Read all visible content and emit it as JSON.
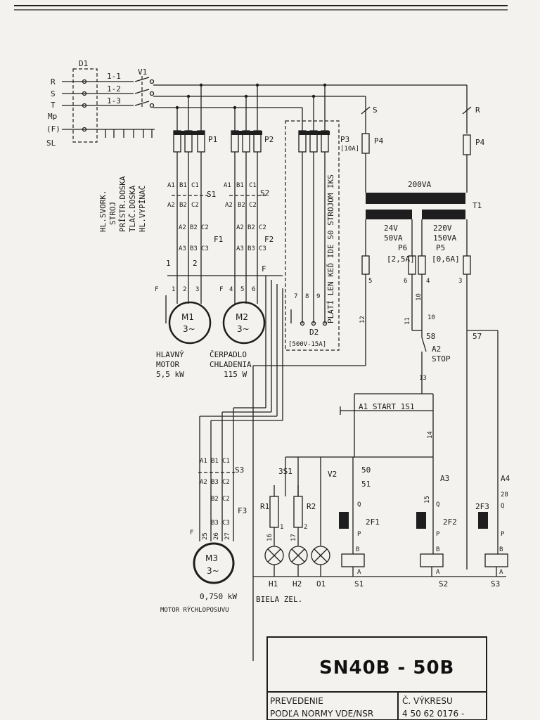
{
  "lines": {
    "r": "R",
    "s": "S",
    "t": "T",
    "mp": "Mp",
    "f": "(F)",
    "sl": "SL"
  },
  "d1": "D1",
  "v1": "V1",
  "sw11": "1-1",
  "sw12": "1-2",
  "sw13": "1-3",
  "terminal_labels": [
    "HL.SVORK.",
    "STROJ",
    "PRÍSTR.DOSKA",
    "TLAČ.DOSKA",
    "HL.VYPÍNAČ"
  ],
  "p1": "P1",
  "p2": "P2",
  "p3": "P3",
  "p3r": "[10A]",
  "p4a": "P4",
  "p4b": "P4",
  "s_mark": "S",
  "r_mark": "R",
  "s1": "S1",
  "s2": "S2",
  "s3": "S3",
  "f1": "F1",
  "f2": "F2",
  "f3": "F3",
  "abc": {
    "a1": "A1",
    "b1": "B1",
    "c1": "C1",
    "a2": "A2",
    "b2": "B2",
    "c2": "C2",
    "a3": "A3",
    "b3": "B3",
    "c3": "C3"
  },
  "vertical_note": "PLATÍ LEN KEĎ IDE S0 STROJOM IKS",
  "d2": "D2",
  "d2r": "[500V-15A]",
  "transformer": {
    "primary": "200VA",
    "t1": "T1",
    "v24": "24V",
    "va50": "50VA",
    "v220": "220V",
    "va150": "150VA"
  },
  "p6": "P6",
  "p6r": "[2,5A]",
  "p5": "P5",
  "p5r": "[0,6A]",
  "wire_nums": {
    "n1": "1",
    "n2": "2",
    "n3": "3",
    "n4": "4",
    "n5": "5",
    "n6": "6",
    "n7": "7",
    "n8": "8",
    "n9": "9",
    "n10": "10",
    "n11": "11",
    "n12": "12",
    "n13": "13",
    "n14": "14",
    "n15": "15",
    "n16": "16",
    "n17": "17",
    "n25": "25",
    "n26": "26",
    "n27": "27",
    "n28": "28",
    "n50": "50",
    "n51": "51",
    "n57": "57",
    "n58": "58",
    "n10b": "10",
    "n5b": "5",
    "n6b": "6",
    "n4b": "4",
    "n3b": "3",
    "n1b": "1",
    "n2b": "2",
    "f_a": "F",
    "f_b": "F",
    "f_c": "F",
    "f_d": "F"
  },
  "m1": {
    "name": "M1",
    "spec": "3~",
    "caption1": "HLAVNÝ",
    "caption2": "MOTOR",
    "caption3": "5,5 kW"
  },
  "m2": {
    "name": "M2",
    "spec": "3~",
    "caption1": "ČERPADLO",
    "caption2": "CHLADENIA",
    "caption3": "115 W"
  },
  "m3": {
    "name": "M3",
    "spec": "3~",
    "caption1": "0,750 kW",
    "caption2": "MOTOR RÝCHLOPOSUVU"
  },
  "a2": "A2",
  "stop": "STOP",
  "a1start": "A1 START 1S1",
  "ss1": "3S1",
  "v2": "V2",
  "a3": "A3",
  "a4": "A4",
  "r1": "R1",
  "r2": "R2",
  "f_2f1": "2F1",
  "f_2f2": "2F2",
  "f_2f3": "2F3",
  "q": "Q",
  "p": "P",
  "b": "B",
  "a": "A",
  "h1": "H1",
  "h2": "H2",
  "o1": "O1",
  "biela": "BIELA ZEL.",
  "s1b": "S1",
  "s2b": "S2",
  "s3b": "S3",
  "title_block": {
    "model": "SN40B - 50B",
    "row1_left": "PREVEDENIE",
    "row1_right": "Č. VÝKRESU",
    "row2_left": "PODĽA NORMY VDE/NSR",
    "row2_right": "4 50 62 0176 -"
  }
}
